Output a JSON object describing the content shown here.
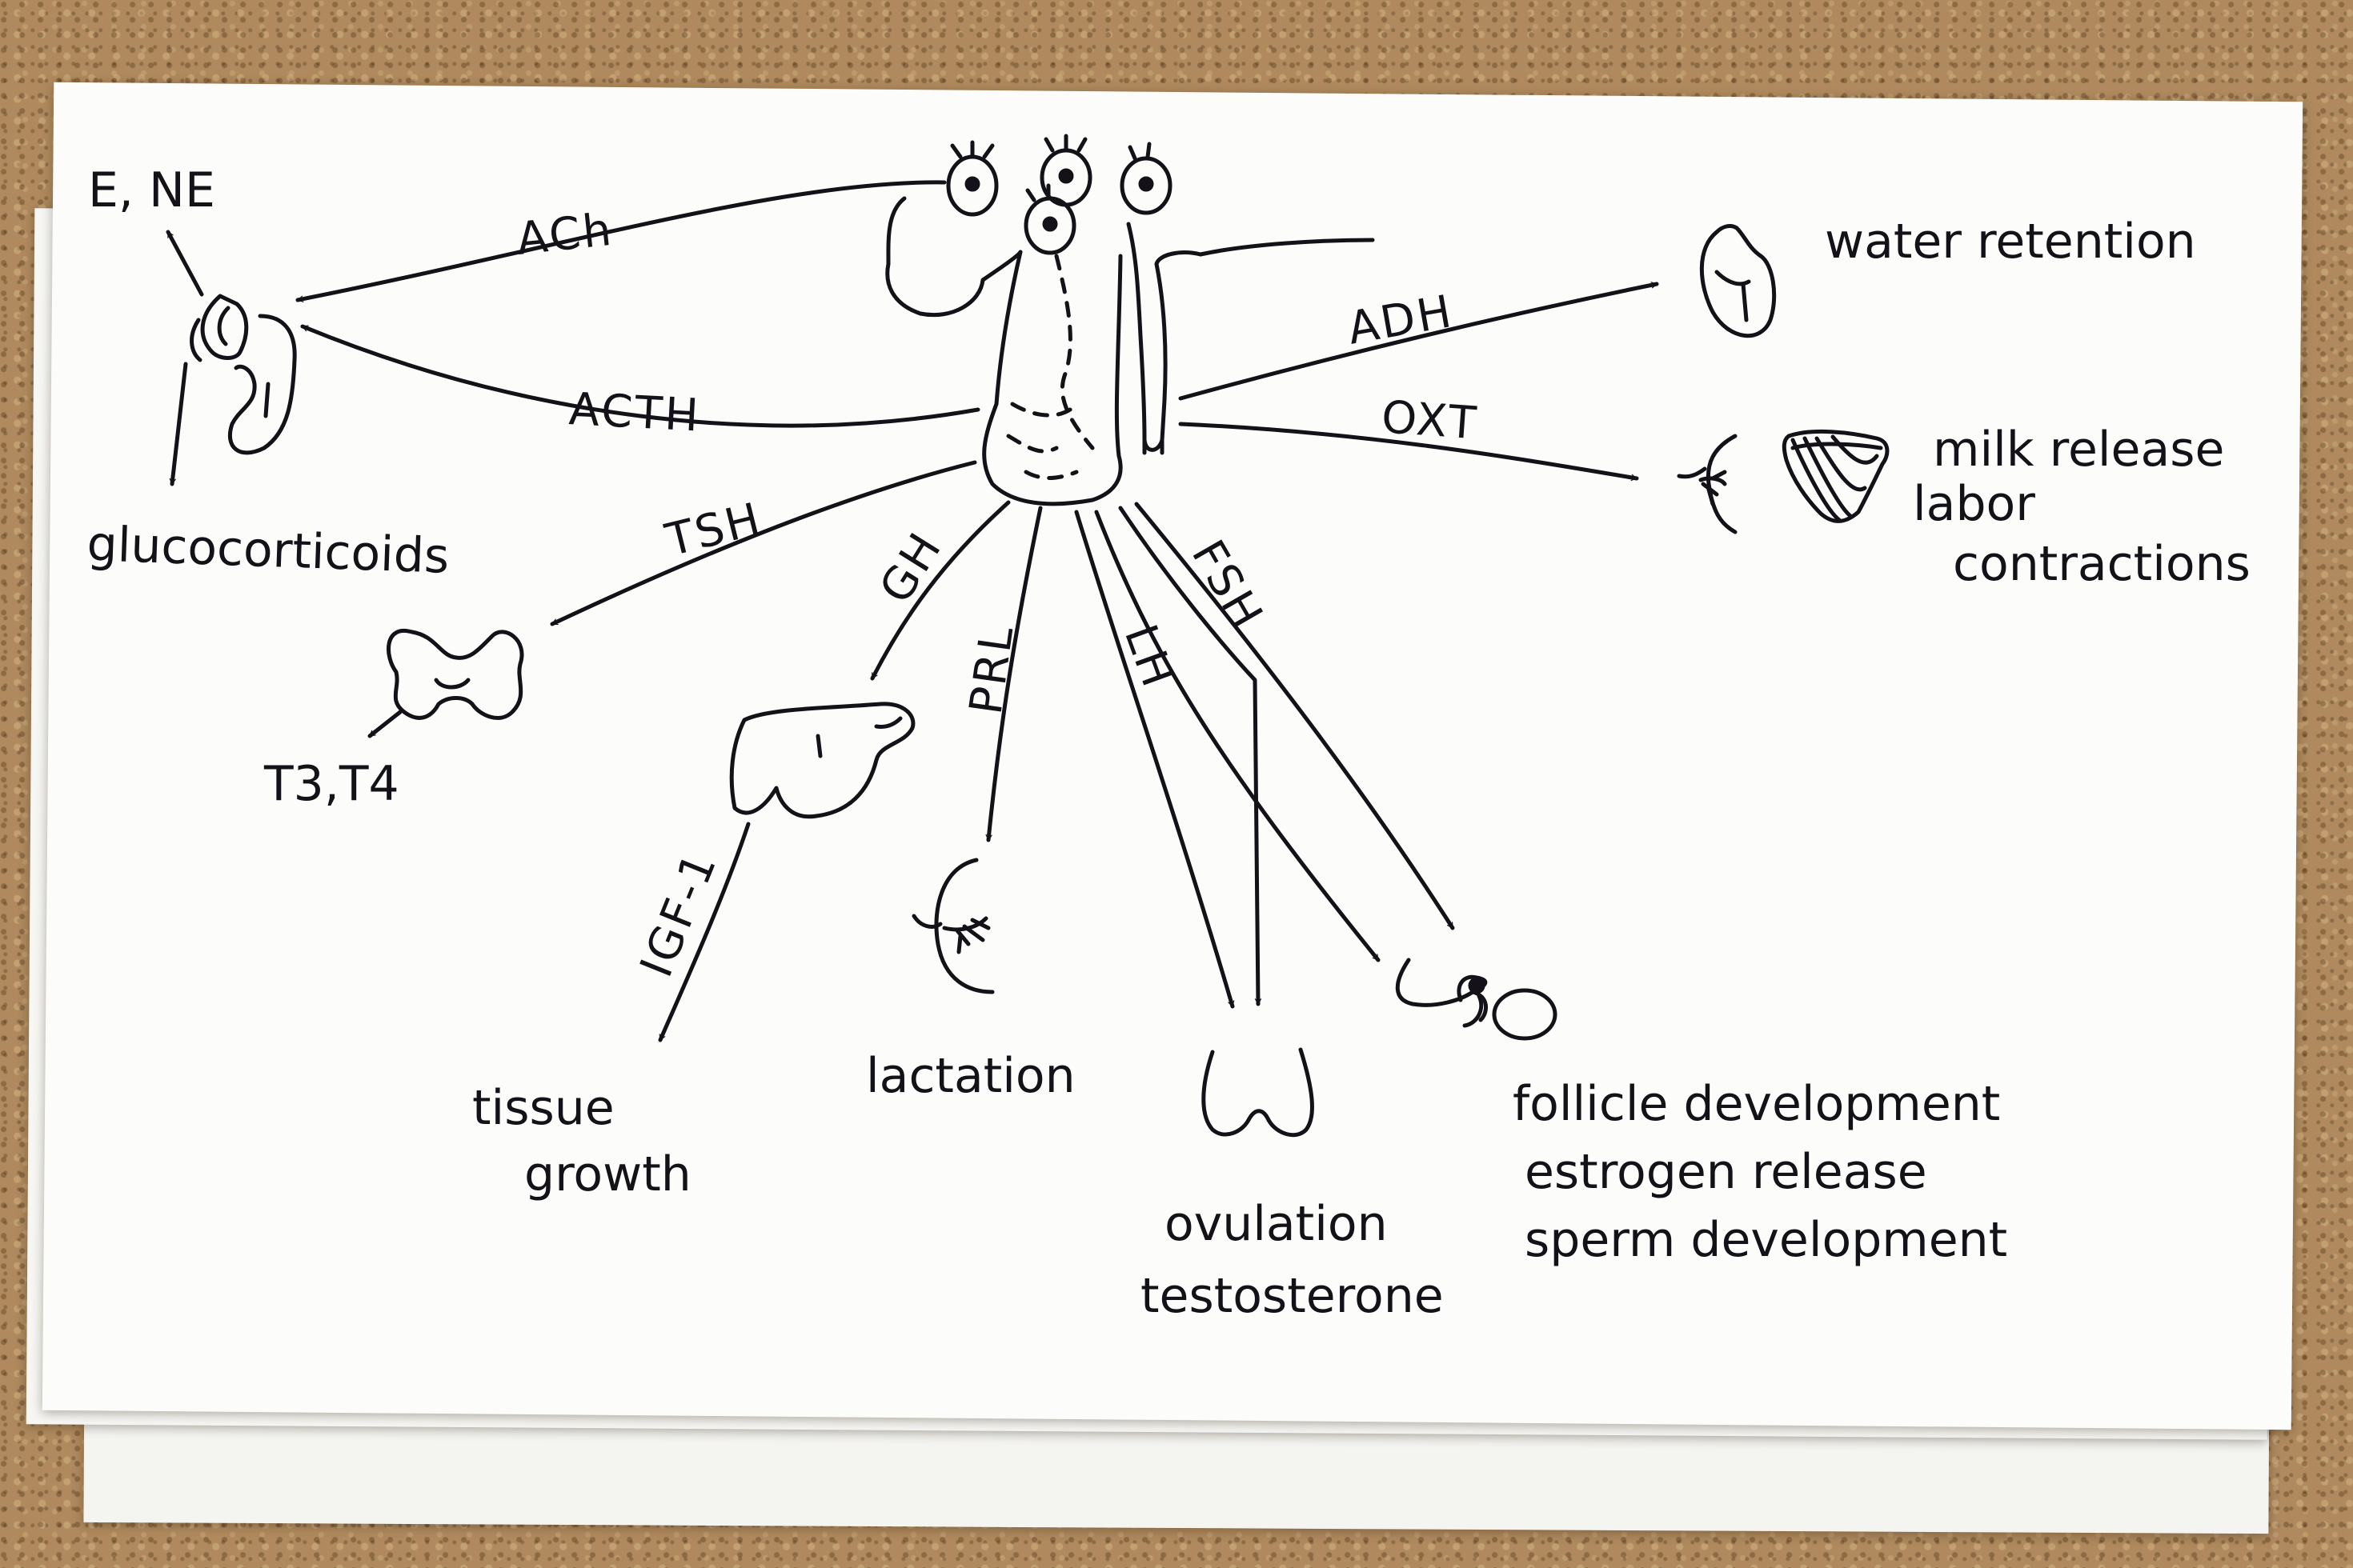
{
  "hormones": {
    "ach": "ACh",
    "acth": "ACTH",
    "tsh": "TSH",
    "gh": "GH",
    "prl": "PRL",
    "lh": "LH",
    "fsh": "FSH",
    "adh": "ADH",
    "oxt": "OXT",
    "igf1": "IGF-1"
  },
  "effects": {
    "adrenal_medulla": "E, NE",
    "adrenal_cortex": "glucocorticoids",
    "thyroid": "T3,T4",
    "tissue_line1": "tissue",
    "tissue_line2": "growth",
    "lactation": "lactation",
    "ovary_line1": "ovulation",
    "ovary_line2": "testosterone",
    "follicle_line1": "follicle development",
    "follicle_line2": "estrogen release",
    "follicle_line3": "sperm development",
    "kidney": "water retention",
    "uterus_line1": "milk release",
    "uterus_line2": "labor",
    "uterus_line3": "contractions"
  }
}
